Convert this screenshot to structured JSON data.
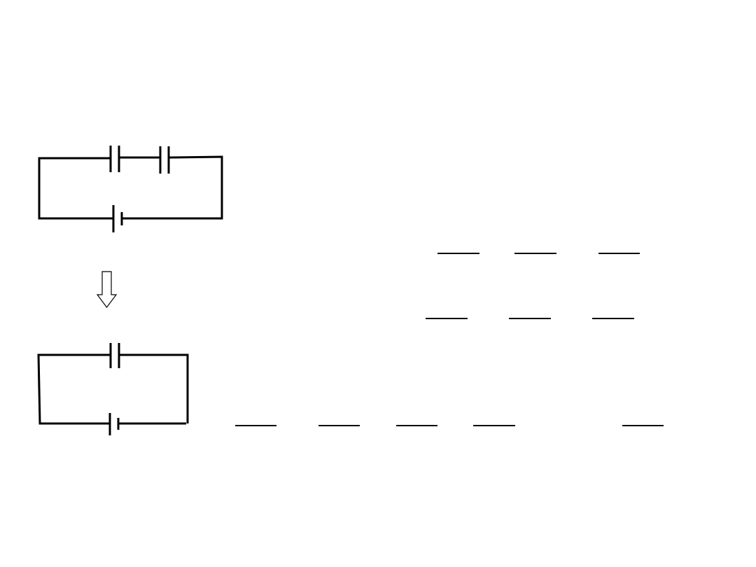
{
  "colors": {
    "background": "#ffffff",
    "stroke": "#000000"
  },
  "circuits": [
    {
      "name": "series-circuit",
      "components": [
        "capacitor",
        "capacitor",
        "battery"
      ]
    },
    {
      "name": "equivalent-circuit",
      "components": [
        "capacitor",
        "battery"
      ]
    }
  ],
  "arrow": {
    "icon": "down-arrow-icon",
    "direction": "down"
  },
  "blank_rows": [
    {
      "count": 3
    },
    {
      "count": 3
    },
    {
      "count": 5
    }
  ]
}
